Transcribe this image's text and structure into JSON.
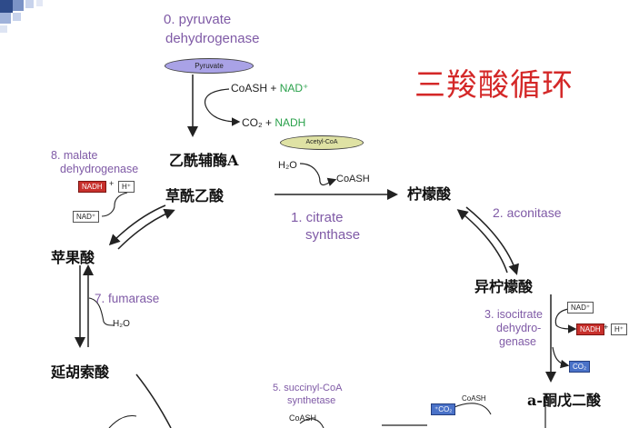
{
  "title": "三羧酸循环",
  "compounds": {
    "acetyl_coa_cn": "乙酰辅酶A",
    "oxaloacetate_cn": "草酰乙酸",
    "citrate_cn": "柠檬酸",
    "isocitrate_cn": "异柠檬酸",
    "akg_cn": "a-酮戊二酸",
    "malate_cn": "苹果酸",
    "fumarate_cn": "延胡索酸"
  },
  "enzymes": {
    "e0_line1": "0. pyruvate",
    "e0_line2": "dehydrogenase",
    "e1_line1": "1. citrate",
    "e1_line2": "synthase",
    "e2": "2. aconitase",
    "e3_line1": "3. isocitrate",
    "e3_line2": "dehydro-",
    "e3_line3": "genase",
    "e5_line1": "5. succinyl-CoA",
    "e5_line2": "synthetase",
    "e7": "7. fumarase",
    "e8_line1": "8. malate",
    "e8_line2": "dehydrogenase"
  },
  "reagents": {
    "pyruvate_pill": "Pyruvate",
    "acetylcoa_pill": "Acetyl-CoA",
    "coash_nad": "CoASH + ",
    "nad_plus": "NAD⁺",
    "co2_nadh": "CO₂ + ",
    "nadh": "NADH",
    "h2o_citrate": "H₂O",
    "coash_citrate": "CoASH",
    "nadh_box": "NADH",
    "plus": "+",
    "h_box": "H⁺",
    "nad_box": "NAD⁺",
    "h2o_fum": "H₂O",
    "nad_box_3": "NAD⁺",
    "nadh_box_3": "NADH",
    "h_box_3": "H⁺",
    "co2_box_3": "CO₂",
    "coash_5": "CoASH",
    "coash_4": "CoASH",
    "co2_box_4": "⁺CO₂"
  },
  "colors": {
    "title_red": "#d42828",
    "enzyme_purple": "#7f5aa6",
    "pyruvate_pill": "#a9a2e6",
    "acetylcoa_pill": "#dfe2a4",
    "nadh_red": "#c8302c",
    "co2_blue": "#4a72c8",
    "green_text": "#2aa14b"
  }
}
